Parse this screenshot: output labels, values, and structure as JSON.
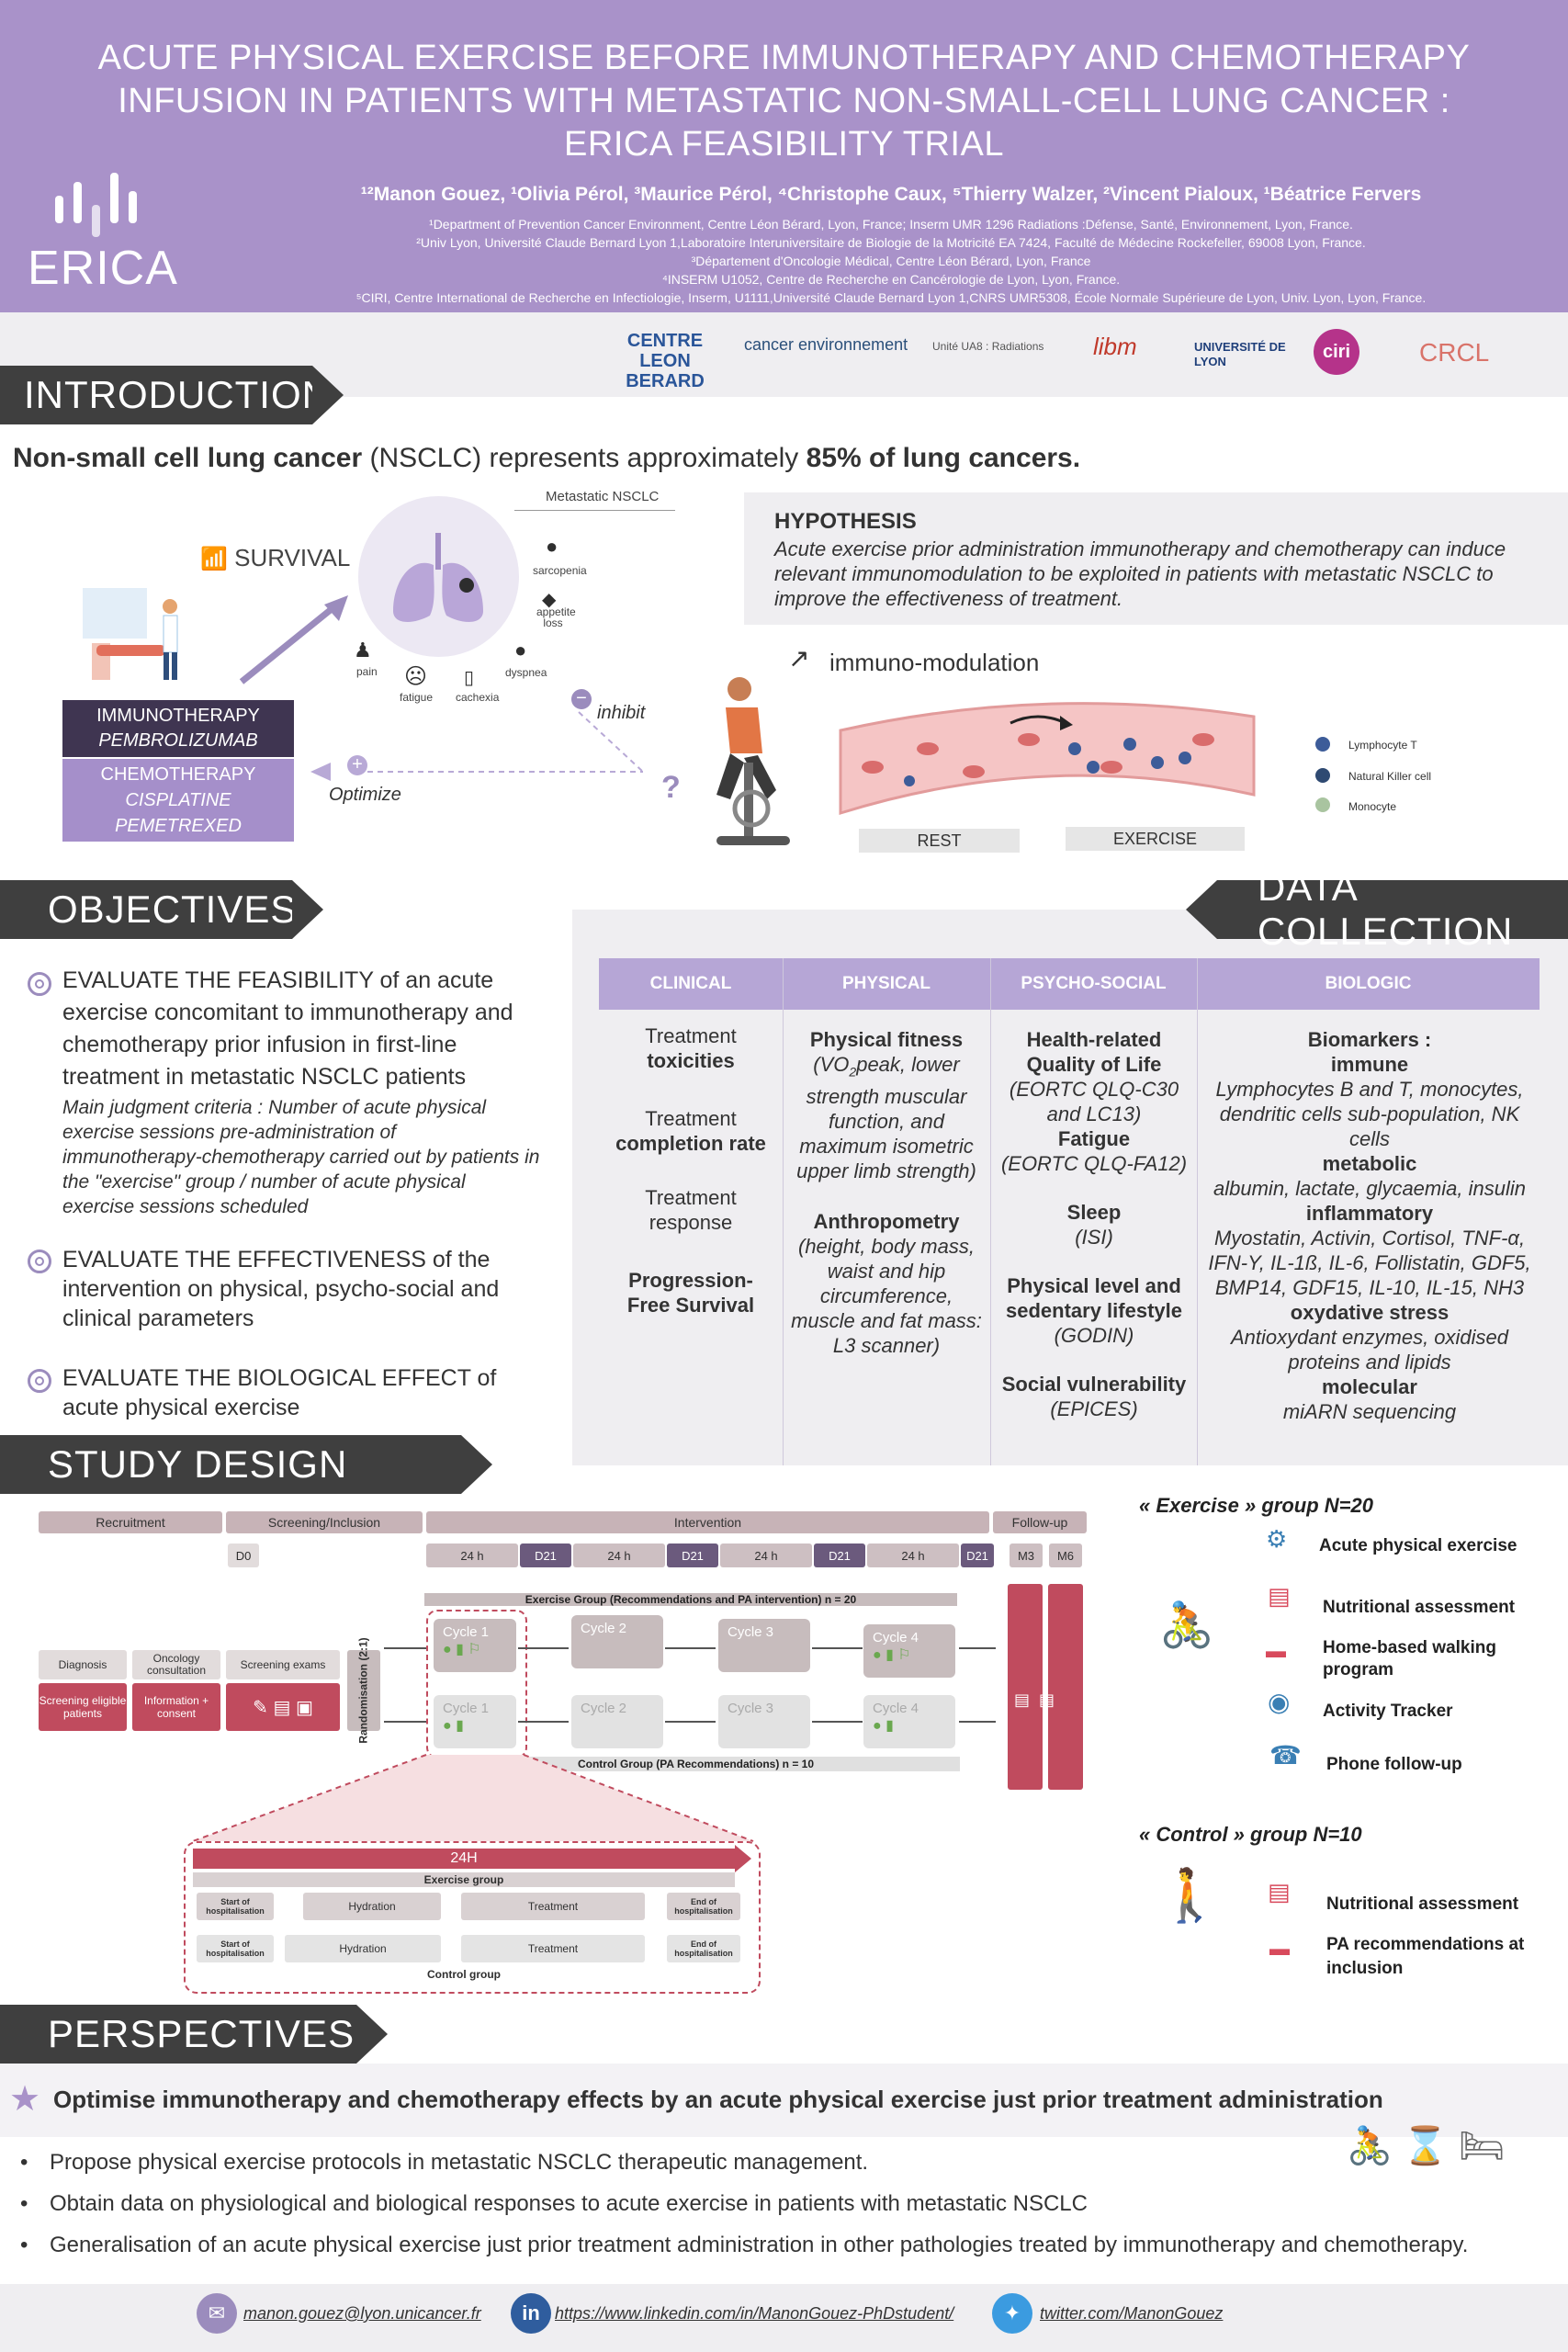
{
  "header": {
    "title_lines": [
      "ACUTE PHYSICAL EXERCISE BEFORE IMMUNOTHERAPY AND CHEMOTHERAPY",
      "INFUSION IN PATIENTS WITH METASTATIC NON-SMALL-CELL LUNG CANCER :",
      "ERICA FEASIBILITY TRIAL"
    ],
    "authors": "¹²Manon Gouez, ¹Olivia Pérol, ³Maurice Pérol, ⁴Christophe Caux, ⁵Thierry Walzer, ²Vincent Pialoux, ¹Béatrice Fervers",
    "affiliations": [
      "¹Department of Prevention Cancer Environment, Centre Léon Bérard, Lyon, France; Inserm UMR 1296 Radiations :Défense, Santé, Environnement, Lyon, France.",
      "²Univ Lyon, Université Claude Bernard Lyon 1,Laboratoire Interuniversitaire de Biologie de la Motricité EA 7424, Faculté de Médecine Rockefeller, 69008 Lyon, France.",
      "³Département d'Oncologie Médical, Centre Léon Bérard, Lyon, France",
      "⁴INSERM U1052, Centre de Recherche en Cancérologie de Lyon, Lyon, France.",
      "⁵CIRI, Centre International de Recherche en Infectiologie, Inserm, U1111,Université Claude Bernard Lyon 1,CNRS UMR5308, École Normale Supérieure de Lyon, Univ. Lyon, Lyon, France."
    ],
    "logo_text": "ERICA",
    "bg_color": "#a992c9"
  },
  "partner_logos": [
    "CENTRE LEON BERARD",
    "cancer environnement",
    "Unité UA8 : Radiations",
    "libm",
    "UNIVERSITÉ DE LYON",
    "ciri",
    "CRCL"
  ],
  "introduction": {
    "heading": "INTRODUCTION",
    "lead_bold1": "Non-small cell lung cancer",
    "lead_mid": " (NSCLC) represents approximately ",
    "lead_bold2": "85% of lung cancers.",
    "survival": "SURVIVAL",
    "metastatic": "Metastatic NSCLC",
    "symptoms": [
      "sarcopenia",
      "appetite loss",
      "dyspnea",
      "cachexia",
      "fatigue",
      "pain"
    ],
    "treatment_top": [
      "IMMUNOTHERAPY",
      "PEMBROLIZUMAB"
    ],
    "treatment_bottom": [
      "CHEMOTHERAPY",
      "CISPLATINE",
      "PEMETREXED"
    ],
    "inhibit": "inhibit",
    "optimize": "Optimize",
    "immuno": "immuno-modulation",
    "rest": "REST",
    "exercise": "EXERCISE",
    "cells": [
      "Lymphocyte T",
      "Natural Killer cell",
      "Monocyte"
    ],
    "hypothesis_title": "HYPOTHESIS",
    "hypothesis_text": "Acute exercise prior administration immunotherapy and chemotherapy can induce relevant immunomodulation to be exploited in patients with metastatic NSCLC to improve the effectiveness of treatment."
  },
  "objectives": {
    "heading": "OBJECTIVES",
    "items": [
      {
        "lead": "EVALUATE THE FEASIBILITY",
        "rest": " of an acute exercise concomitant to immunotherapy and chemotherapy prior infusion in first-line treatment in metastatic NSCLC patients",
        "sub": "Main judgment criteria : Number of acute physical exercise sessions pre-administration of immunotherapy-chemotherapy carried out by patients in the \"exercise\" group / number of acute physical exercise sessions scheduled"
      },
      {
        "lead": "EVALUATE THE EFFECTIVENESS",
        "rest": " of the intervention on physical, psycho-social and clinical parameters",
        "sub": ""
      },
      {
        "lead": "EVALUATE THE BIOLOGICAL EFFECT",
        "rest": " of acute physical exercise",
        "sub": ""
      }
    ]
  },
  "data_collection": {
    "heading": "DATA COLLECTION",
    "columns": [
      "CLINICAL",
      "PHYSICAL",
      "PSYCHO-SOCIAL",
      "BIOLOGIC"
    ],
    "clinical": [
      {
        "a": "Treatment",
        "b": "toxicities"
      },
      {
        "a": "Treatment",
        "b": "completion rate"
      },
      {
        "a": "Treatment",
        "b": "response"
      },
      {
        "a": "Progression-",
        "b": "Free Survival"
      }
    ],
    "physical": {
      "fitness_title": "Physical fitness",
      "fitness_detail_pre": "(VO",
      "fitness_detail_sub": "2",
      "fitness_detail_post": "peak, lower strength muscular function, and maximum isometric upper limb strength)",
      "anthro_title": "Anthropometry",
      "anthro_detail": "(height, body mass, waist and hip circumference, muscle and fat mass: L3 scanner)"
    },
    "psycho": [
      {
        "t": "Health-related Quality of Life",
        "d": "(EORTC QLQ-C30 and LC13)"
      },
      {
        "t": "Fatigue",
        "d": "(EORTC QLQ-FA12)"
      },
      {
        "t": "Sleep",
        "d": "(ISI)"
      },
      {
        "t": "Physical level and sedentary lifestyle",
        "d": "(GODIN)"
      },
      {
        "t": "Social vulnerability",
        "d": "(EPICES)"
      }
    ],
    "biologic": {
      "title": "Biomarkers :",
      "groups": [
        {
          "t": "immune",
          "d": "Lymphocytes B and T, monocytes, dendritic cells sub-population, NK cells"
        },
        {
          "t": "metabolic",
          "d": "albumin, lactate, glycaemia, insulin"
        },
        {
          "t": "inflammatory",
          "d": "Myostatin, Activin, Cortisol, TNF-α, IFN-Y, IL-1ß, IL-6, Follistatin, GDF5, BMP14, GDF15, IL-10, IL-15, NH3"
        },
        {
          "t": "oxydative stress",
          "d": "Antioxydant enzymes, oxidised proteins and lipids"
        },
        {
          "t": "molecular",
          "d": "miARN sequencing"
        }
      ]
    }
  },
  "study_design": {
    "heading": "STUDY DESIGN",
    "phases": [
      "Recruitment",
      "Screening/Inclusion",
      "Intervention",
      "Follow-up"
    ],
    "d0": "D0",
    "days": [
      "24 h",
      "D21",
      "24 h",
      "D21",
      "24 h",
      "D21",
      "24 h",
      "D21"
    ],
    "followup": [
      "M3",
      "M6"
    ],
    "left_boxes": [
      "Diagnosis",
      "Oncology consultation",
      "Screening exams"
    ],
    "left_red": [
      "Screening eligible patients",
      "Information + consent"
    ],
    "randomisation": "Randomisation (2:1)",
    "exercise_group_label": "Exercise Group (Recommendations and PA intervention) n = 20",
    "control_group_label": "Control Group (PA Recommendations) n = 10",
    "cycles": [
      "Cycle 1",
      "Cycle 2",
      "Cycle 3",
      "Cycle 4"
    ],
    "zoom_title": "24H",
    "zoom_exercise": "Exercise group",
    "zoom_control": "Control group",
    "zoom_steps": [
      "Start of hospitalisation",
      "Hydration",
      "Treatment",
      "End of hospitalisation"
    ],
    "exercise_group": {
      "title": "« Exercise » group N=20",
      "items": [
        "Acute physical exercise",
        "Nutritional assessment",
        "Home-based walking program",
        "Activity Tracker",
        "Phone follow-up"
      ]
    },
    "control_group": {
      "title": "« Control » group N=10",
      "items": [
        "Nutritional assessment",
        "PA recommendations at inclusion"
      ]
    }
  },
  "perspectives": {
    "heading": "PERSPECTIVES",
    "lead": "Optimise immunotherapy and chemotherapy effects by an acute physical exercise just prior treatment administration",
    "bullets": [
      "Propose physical exercise protocols in metastatic NSCLC therapeutic management.",
      "Obtain data on physiological and biological responses to acute exercise in patients with metastatic NSCLC",
      "Generalisation of an acute physical exercise just prior treatment administration in other pathologies treated by immunotherapy and chemotherapy."
    ]
  },
  "footer": {
    "email": "manon.gouez@lyon.unicancer.fr",
    "linkedin": "https://www.linkedin.com/in/ManonGouez-PhDstudent/",
    "twitter": "twitter.com/ManonGouez"
  }
}
